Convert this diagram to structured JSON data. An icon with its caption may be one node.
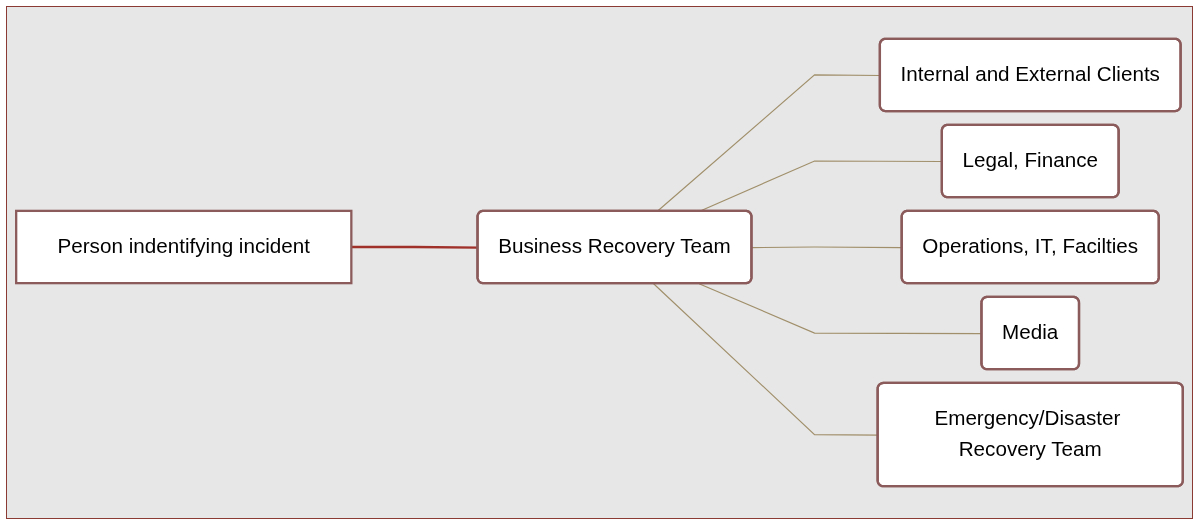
{
  "diagram": {
    "nodes": [
      {
        "text": [
          "Person indentifying incident"
        ]
      },
      {
        "text": [
          "Business Recovery Team"
        ]
      },
      {
        "text": [
          "Internal and External Clients"
        ]
      },
      {
        "text": [
          "Legal, Finance"
        ]
      },
      {
        "text": [
          "Operations, IT, Facilties"
        ]
      },
      {
        "text": [
          "Media"
        ]
      },
      {
        "text": [
          "Emergency/Disaster Recovery Team"
        ]
      }
    ],
    "edges": [
      {
        "from": 0,
        "to": 1,
        "arrow": "none",
        "color": "#a0302a"
      },
      {
        "from": 1,
        "to": 2,
        "arrow": "none"
      },
      {
        "from": 1,
        "to": 3,
        "arrow": "none"
      },
      {
        "from": 1,
        "to": 4,
        "arrow": "none"
      },
      {
        "from": 1,
        "to": 5,
        "arrow": "none"
      },
      {
        "from": 1,
        "to": 6,
        "arrow": "none"
      }
    ]
  }
}
